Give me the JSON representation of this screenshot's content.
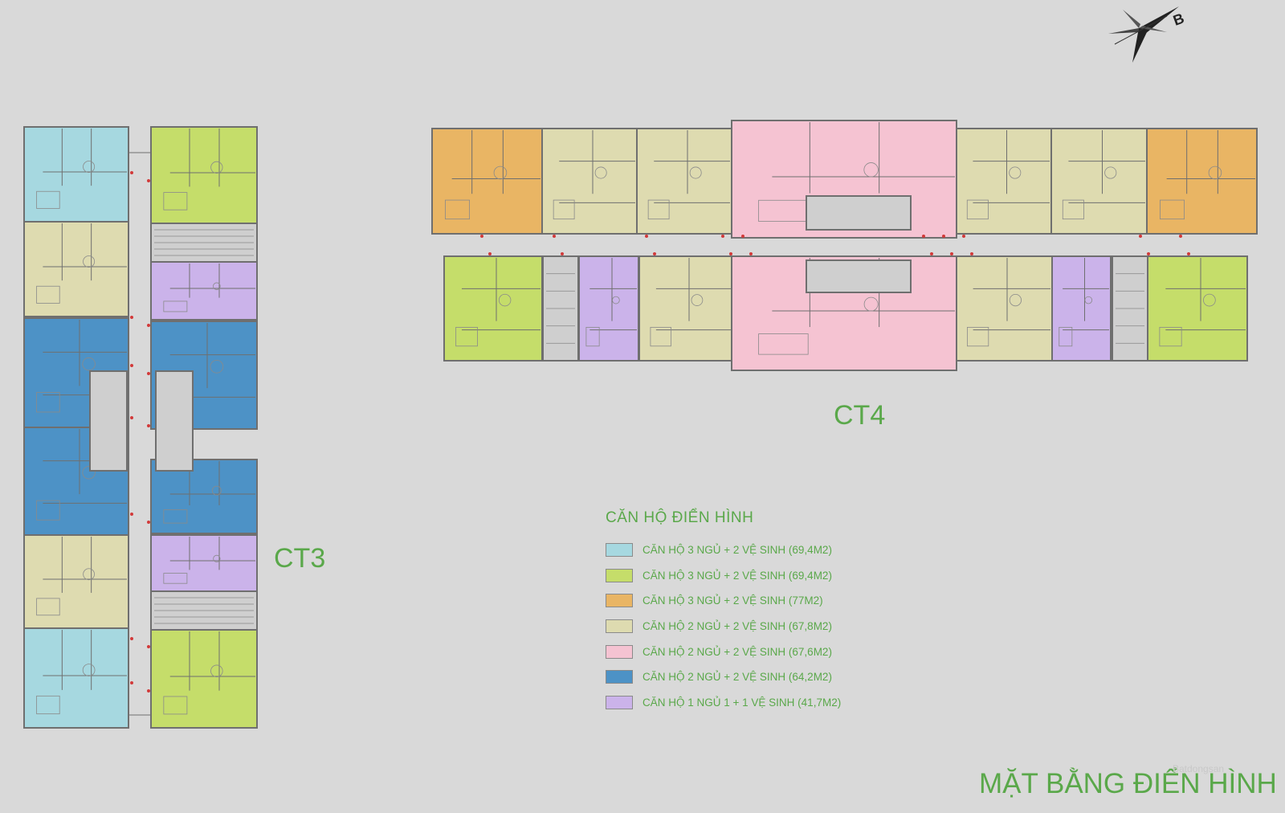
{
  "buildings": {
    "ct3": {
      "label": "CT3"
    },
    "ct4": {
      "label": "CT4"
    }
  },
  "legend": {
    "title": "CĂN HỘ ĐIỂN HÌNH",
    "items": [
      {
        "color": "#a6d8e0",
        "text": "CĂN HỘ 3 NGỦ + 2 VỆ SINH (69,4M2)"
      },
      {
        "color": "#c5dd6a",
        "text": "CĂN HỘ 3 NGỦ + 2 VỆ SINH (69,4M2)"
      },
      {
        "color": "#e9b564",
        "text": "CĂN HỘ 3 NGỦ + 2 VỆ SINH (77M2)"
      },
      {
        "color": "#dedbb0",
        "text": "CĂN HỘ 2 NGỦ + 2 VỆ SINH (67,8M2)"
      },
      {
        "color": "#f5c3d2",
        "text": "CĂN HỘ 2 NGỦ + 2 VỆ SINH (67,6M2)"
      },
      {
        "color": "#4d92c6",
        "text": "CĂN HỘ 2 NGỦ + 2 VỆ SINH (64,2M2)"
      },
      {
        "color": "#cbb3ea",
        "text": "CĂN HỘ 1 NGỦ 1 + 1 VỆ SINH (41,7M2)"
      }
    ]
  },
  "plan_title": "MẶT BẰNG ĐIỂN HÌNH",
  "compass": {
    "letter": "B"
  },
  "watermark": "Batdongsan",
  "colors": {
    "background": "#d9d9d9",
    "label_green": "#5aa84a",
    "core_gray": "#cfcfcf",
    "wall": "#6f6f6f"
  },
  "ct3_units": [
    "light-blue",
    "lime",
    "beige",
    "lavender",
    "dark-blue",
    "dark-blue",
    "dark-blue",
    "dark-blue",
    "beige",
    "lavender",
    "light-blue",
    "lime"
  ],
  "ct4_units": [
    "orange",
    "beige",
    "beige",
    "pink",
    "pink",
    "beige",
    "beige",
    "orange",
    "lime",
    "lavender",
    "beige",
    "pink",
    "pink",
    "beige",
    "lavender",
    "lime"
  ]
}
